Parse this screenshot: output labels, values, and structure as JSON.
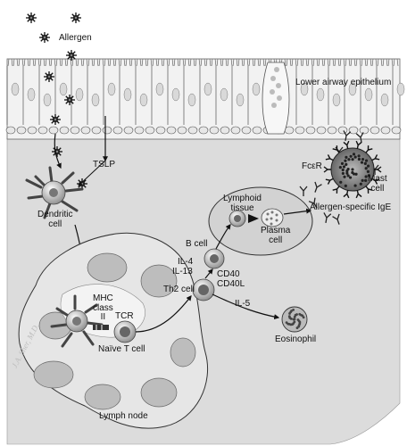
{
  "labels": {
    "allergen": "Allergen",
    "lower_airway_epithelium": "Lower airway epithelium",
    "tslp": "TSLP",
    "dendritic_cell_line1": "Dendritic",
    "dendritic_cell_line2": "cell",
    "lymphoid_tissue_line1": "Lymphoid",
    "lymphoid_tissue_line2": "tissue",
    "plasma_cell_line1": "Plasma",
    "plasma_cell_line2": "cell",
    "allergen_specific_ige": "Allergen-specific IgE",
    "fcer": "FcεR",
    "mast_cell_line1": "Mast",
    "mast_cell_line2": "cell",
    "b_cell": "B cell",
    "il4": "IL-4",
    "il13": "IL-13",
    "cd40": "CD40",
    "cd40l": "CD40L",
    "th2_cell": "Th2 cell",
    "il5": "IL-5",
    "eosinophil": "Eosinophil",
    "mhc_line1": "MHC",
    "mhc_line2": "class",
    "mhc_line3": "II",
    "tcr": "TCR",
    "naive_t_cell": "Naïve T cell",
    "lymph_node": "Lymph node",
    "credit": "J.A. Sher, M.D."
  },
  "colors": {
    "tissue": "#dcdcdc",
    "epithelium": "#f2f2f2",
    "outline": "#333333",
    "lymph_node": "#e6e6e6",
    "lymphoid_tissue": "#d2d2d2"
  }
}
